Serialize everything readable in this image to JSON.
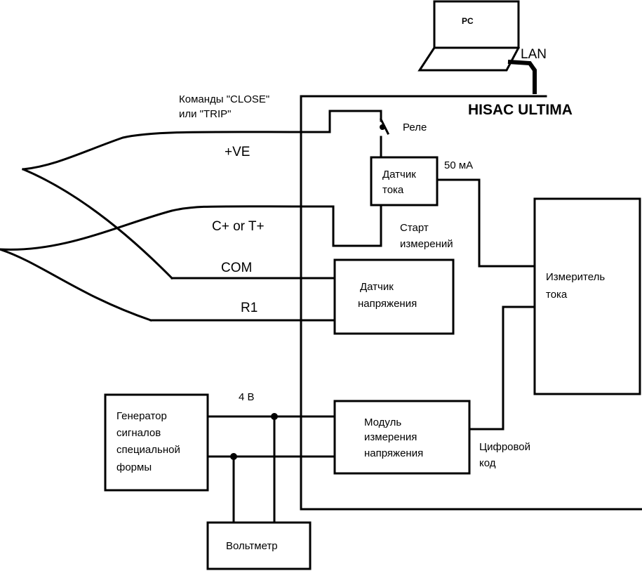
{
  "pc": {
    "label": "PC"
  },
  "lan": {
    "label": "LAN"
  },
  "device": {
    "title": "HISAC ULTIMA"
  },
  "commands": {
    "line1": "Команды \"CLOSE\"",
    "line2": "или \"TRIP\""
  },
  "relay": {
    "label": "Реле"
  },
  "current_50ma": {
    "label": "50 мА"
  },
  "current_sensor": {
    "line1": "Датчик",
    "line2": "тока"
  },
  "start_measure": {
    "line1": "Старт",
    "line2": "измерений"
  },
  "wires": {
    "ve": "+VE",
    "ct": "C+ or T+",
    "com": "COM",
    "r1": "R1"
  },
  "voltage_sensor": {
    "line1": "Датчик",
    "line2": "напряжения"
  },
  "current_meter": {
    "line1": "Измеритель",
    "line2": "тока"
  },
  "generator": {
    "line1": "Генератор",
    "line2": "сигналов",
    "line3": "специальной",
    "line4": "формы"
  },
  "voltage_4v": {
    "label": "4 В"
  },
  "voltage_module": {
    "line1": "Модуль",
    "line2": "измерения",
    "line3": "напряжения"
  },
  "digital_code": {
    "line1": "Цифровой",
    "line2": "код"
  },
  "voltmeter": {
    "label": "Вольтметр"
  }
}
